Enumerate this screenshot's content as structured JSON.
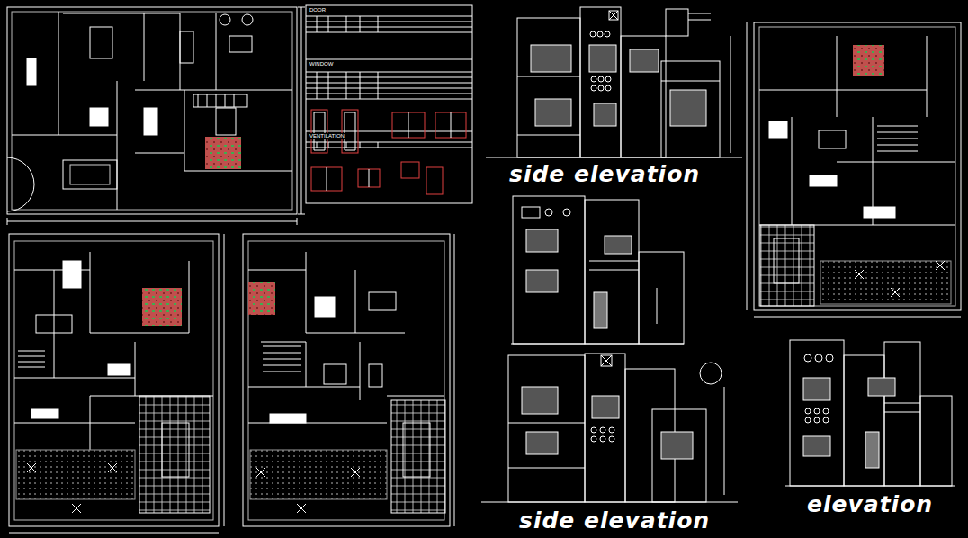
{
  "diagram": {
    "labels": [
      "side elevation",
      "side elevation",
      "elevation",
      "DOOR",
      "WINDOW",
      "VENTILATION"
    ]
  }
}
